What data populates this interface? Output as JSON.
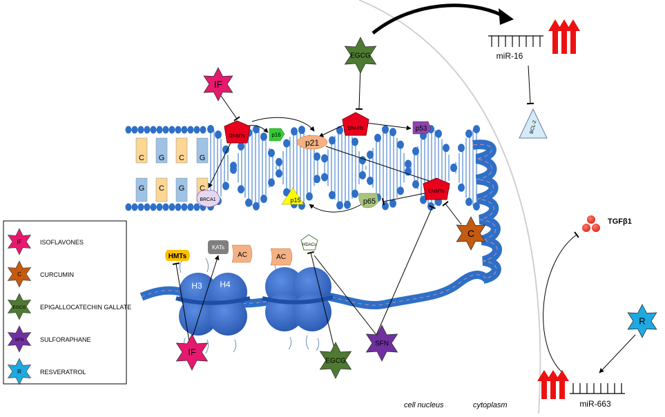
{
  "labels": {
    "egcg_top": "EGCG",
    "if_top": "IF",
    "c_right": "C",
    "r_right": "R",
    "if_bottom": "IF",
    "egcg_bottom": "EGCG",
    "sfn_bottom": "SFN",
    "dnmts_1": "DNMTs",
    "dnmts_2": "DNMTs",
    "dnmts_3": "DNMTs",
    "p16": "p16",
    "p21": "p21",
    "p53": "p53",
    "p15": "p15",
    "p65": "p65",
    "brca1": "BRCA1",
    "bcl2": "BCL-2",
    "mir16": "miR-16",
    "mir663": "miR-663",
    "tgfb1": "TGFβ1",
    "hmts": "HMTs",
    "kats": "KATs",
    "hdacs": "HDACs",
    "ac1": "AC",
    "ac2": "AC",
    "h3": "H3",
    "h4": "H4",
    "cell_nucleus": "cell nucleus",
    "cytoplasm": "cytoplasm"
  },
  "bases_top": [
    "C",
    "G",
    "C",
    "G"
  ],
  "bases_bottom": [
    "G",
    "C",
    "G",
    "C"
  ],
  "legend": [
    {
      "abbr": "IF",
      "name": "ISOFLAVONES",
      "color": "#e8186e"
    },
    {
      "abbr": "C",
      "name": "CURCUMIN",
      "color": "#c55a11"
    },
    {
      "abbr": "EGCG",
      "name": "EPIGALLOCATECHIN GALLATE",
      "color": "#4e7a31"
    },
    {
      "abbr": "SFN",
      "name": "SULFORAPHANE",
      "color": "#7030a0"
    },
    {
      "abbr": "R",
      "name": "RESVERATROL",
      "color": "#1ea9e1"
    }
  ],
  "colors": {
    "dna_blue": "#2e6fc7",
    "dnmt_red": "#e8001c",
    "arrow_red": "#ee1111",
    "base_orange": "#fcd692",
    "base_blue": "#9dc3e6"
  }
}
